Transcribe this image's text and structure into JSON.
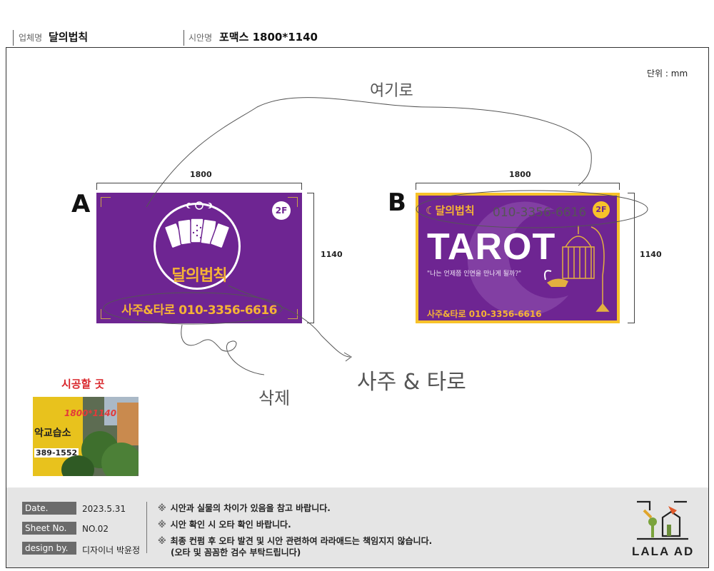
{
  "header": {
    "company_label": "업체명",
    "company_name": "달의법칙",
    "design_label": "시안명",
    "design_name": "포맥스 1800*1140"
  },
  "unit_note": "단위 : mm",
  "variant_a": {
    "letter": "A",
    "width_label": "1800",
    "height_label": "1140",
    "sign": {
      "badge": "2F",
      "logo_text": "달의법칙",
      "phone_line": "사주&타로  010-3356-6616"
    }
  },
  "variant_b": {
    "letter": "B",
    "width_label": "1800",
    "height_label": "1140",
    "sign": {
      "logo_text": "달의법칙",
      "badge": "2F",
      "headline": "TAROT",
      "slogan": "\"나는 언제쯤 인연을 만나게 될까?\"",
      "phone_line": "사주&타로  010-3356-6616"
    }
  },
  "handwritten_notes": {
    "top": "여기로",
    "phone": "010-3356-6616",
    "delete": "삭제",
    "replace": "사주 & 타로"
  },
  "install_site": {
    "title": "시공할 곳",
    "photo_size_label": "1800*1140",
    "photo_shop_text": "악교습소",
    "photo_phone_text": "389-1552"
  },
  "footer": {
    "date_label": "Date.",
    "date_value": "2023.5.31",
    "sheet_label": "Sheet No.",
    "sheet_value": "NO.02",
    "designer_label": "design by.",
    "designer_value": "디자이너 박윤정",
    "notes": [
      "시안과 실물의 차이가 있음을 참고 바랍니다.",
      "시안 확인 시 오타 확인 바랍니다.",
      "최종 컨펌 후 오타 발견 및 시안 관련하여 라라애드는 책임지지 않습니다."
    ],
    "notes_sub": "(오타 및 꼼꼼한 검수 부탁드립니다)",
    "note_mark": "※",
    "brand": "LALA AD"
  },
  "colors": {
    "sign_purple": "#6e2592",
    "sign_gold": "#f5b335",
    "frame_yellow": "#f7c22a",
    "footer_bg": "#e5e5e5",
    "site_title_red": "#d9262b"
  }
}
